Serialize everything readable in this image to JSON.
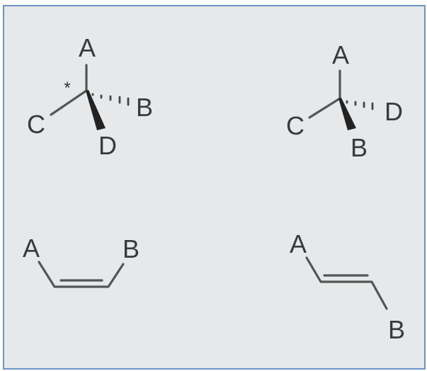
{
  "molecules": {
    "chiral_left": {
      "atom_top": "A",
      "atom_left": "C",
      "atom_right": "B",
      "atom_bottom": "D",
      "stereocenter_mark": "*"
    },
    "chiral_right": {
      "atom_top": "A",
      "atom_left": "C",
      "atom_right": "D",
      "atom_bottom": "B"
    },
    "alkene_cis": {
      "atom_left": "A",
      "atom_right": "B"
    },
    "alkene_trans": {
      "atom_top": "A",
      "atom_bottom": "B"
    }
  },
  "colors": {
    "panel_background": "#e6e8ea",
    "panel_border": "#6d93c7",
    "text": "#3a3a3a"
  }
}
